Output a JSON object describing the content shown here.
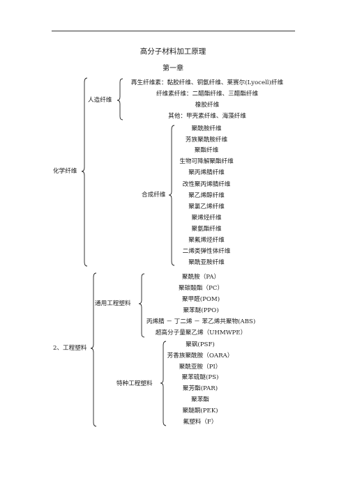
{
  "title": "高分子材料加工原理",
  "chapter": "第一章",
  "chemical_fiber": {
    "label": "化学纤维",
    "man_made": {
      "label": "人造纤维",
      "items": [
        "再生纤维素：黏胶纤维、铜氨纤维、莱赛尔(Lyocell)纤维",
        "纤维素纤维：二醋酯纤维、三醋酯纤维",
        "橡胶纤维",
        "其他：甲壳素纤维、海藻纤维"
      ]
    },
    "synthetic": {
      "label": "合成纤维",
      "items": [
        "聚酰胺纤维",
        "芳族聚酰胺纤维",
        "聚酯纤维",
        "生物可降解聚酯纤维",
        "聚丙烯腈纤维",
        "改性聚丙烯腈纤维",
        "聚乙烯醇纤维",
        "聚氯乙烯纤维",
        "聚烯烃纤维",
        "聚氨酯纤维",
        "聚氟烯烃纤维",
        "二烯类弹性体纤维",
        "聚酰亚胺纤维"
      ]
    }
  },
  "engineering_plastics": {
    "label": "2、工程塑料",
    "general": {
      "label": "通用工程塑料",
      "items": [
        "聚酰胺（PA）",
        "聚碳酸酯（PC）",
        "聚甲醛(POM)",
        "聚苯醚(PPO)",
        "丙烯腈 － 丁二烯 － 苯乙烯共聚物(ABS)",
        "超高分子量聚乙烯（UHMWPE）"
      ]
    },
    "special": {
      "label": "特种工程塑料",
      "items": [
        "聚砜(PSF)",
        "芳香族聚酰胺（OARA）",
        "聚酰亚胺（PI）",
        "聚苯硫醚(PS)",
        "聚芳酯(PAR)",
        "聚苯酯",
        "聚醚酮(PEK)",
        "氟塑料（F）"
      ]
    }
  }
}
